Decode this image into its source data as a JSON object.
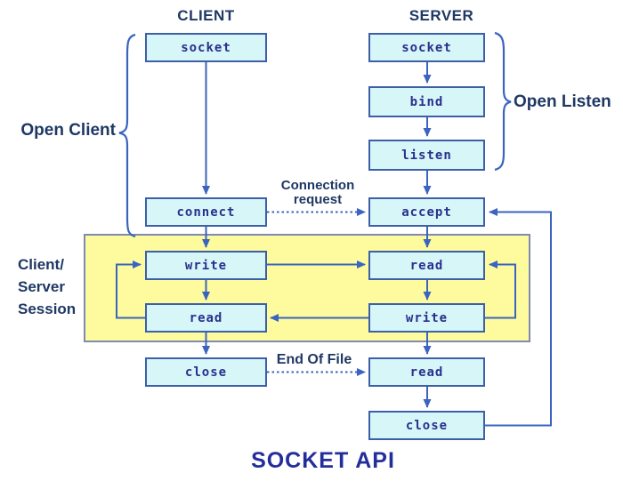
{
  "title": "SOCKET API",
  "headers": {
    "client": "CLIENT",
    "server": "SERVER"
  },
  "client": {
    "socket": "socket",
    "connect": "connect",
    "write": "write",
    "read": "read",
    "close": "close"
  },
  "server": {
    "socket": "socket",
    "bind": "bind",
    "listen": "listen",
    "accept": "accept",
    "read1": "read",
    "write": "write",
    "read2": "read",
    "close": "close"
  },
  "annotations": {
    "open_client": "Open Client",
    "open_listen": "Open Listen",
    "session_line1": "Client/",
    "session_line2": "Server",
    "session_line3": "Session",
    "connection_request": "Connection request",
    "end_of_file": "End Of File"
  },
  "colors": {
    "box_fill": "#D6F6F8",
    "box_border": "#3D5FA8",
    "arrow": "#3A64C0",
    "label_text": "#1F3864",
    "box_text": "#2B2F8E",
    "session_fill": "#FEFB9E",
    "session_border": "#8089AE",
    "title_text": "#232E9B",
    "background": "#FFFFFF"
  }
}
